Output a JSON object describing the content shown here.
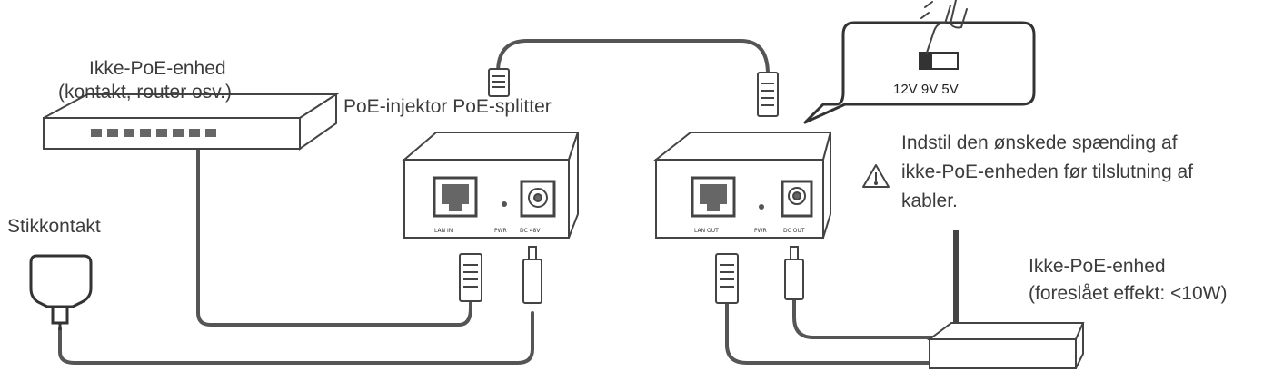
{
  "labels": {
    "switch_line1": "Ikke-PoE-enhed",
    "switch_line2": "(kontakt, router osv.)",
    "injector_splitter": "PoE-injektor PoE-splitter",
    "outlet": "Stikkontakt",
    "warning_line1": "Indstil den ønskede spænding af",
    "warning_line2": "ikke-PoE-enheden før tilslutning af",
    "warning_line3": "kabler.",
    "router_line1": "Ikke-PoE-enhed",
    "router_line2": "(foreslået effekt: <10W)"
  },
  "injector_ports": {
    "lan": "LAN IN",
    "pwr": "PWR",
    "dc": "DC 48V"
  },
  "splitter_ports": {
    "lan": "LAN OUT",
    "pwr": "PWR",
    "dc": "DC OUT"
  },
  "voltage_switch": {
    "options": "12V 9V 5V"
  }
}
